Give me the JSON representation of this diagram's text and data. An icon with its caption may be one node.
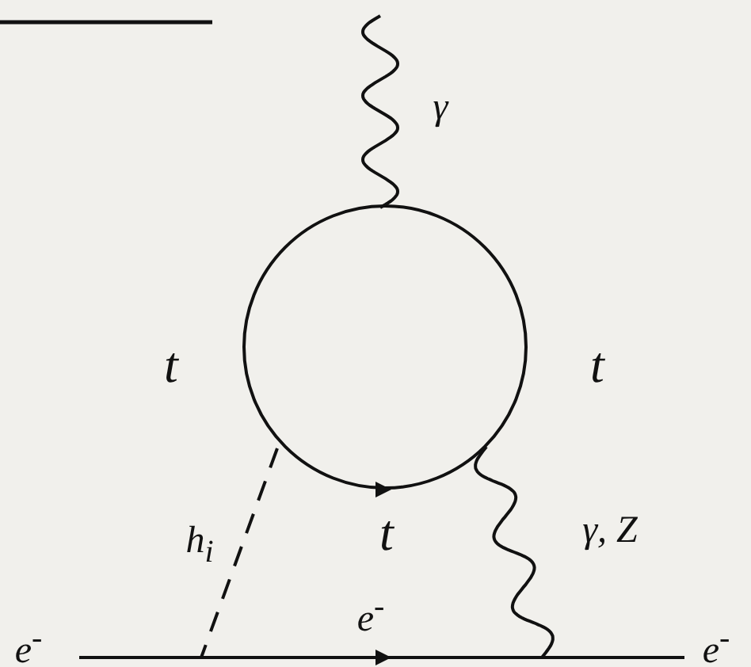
{
  "diagram": {
    "labels": [
      "γ",
      "t",
      "t",
      "h$_{i}$",
      "t",
      "γ, Z",
      "e$^{-}$",
      "e$^{-}$",
      "e$^{-}$"
    ]
  }
}
